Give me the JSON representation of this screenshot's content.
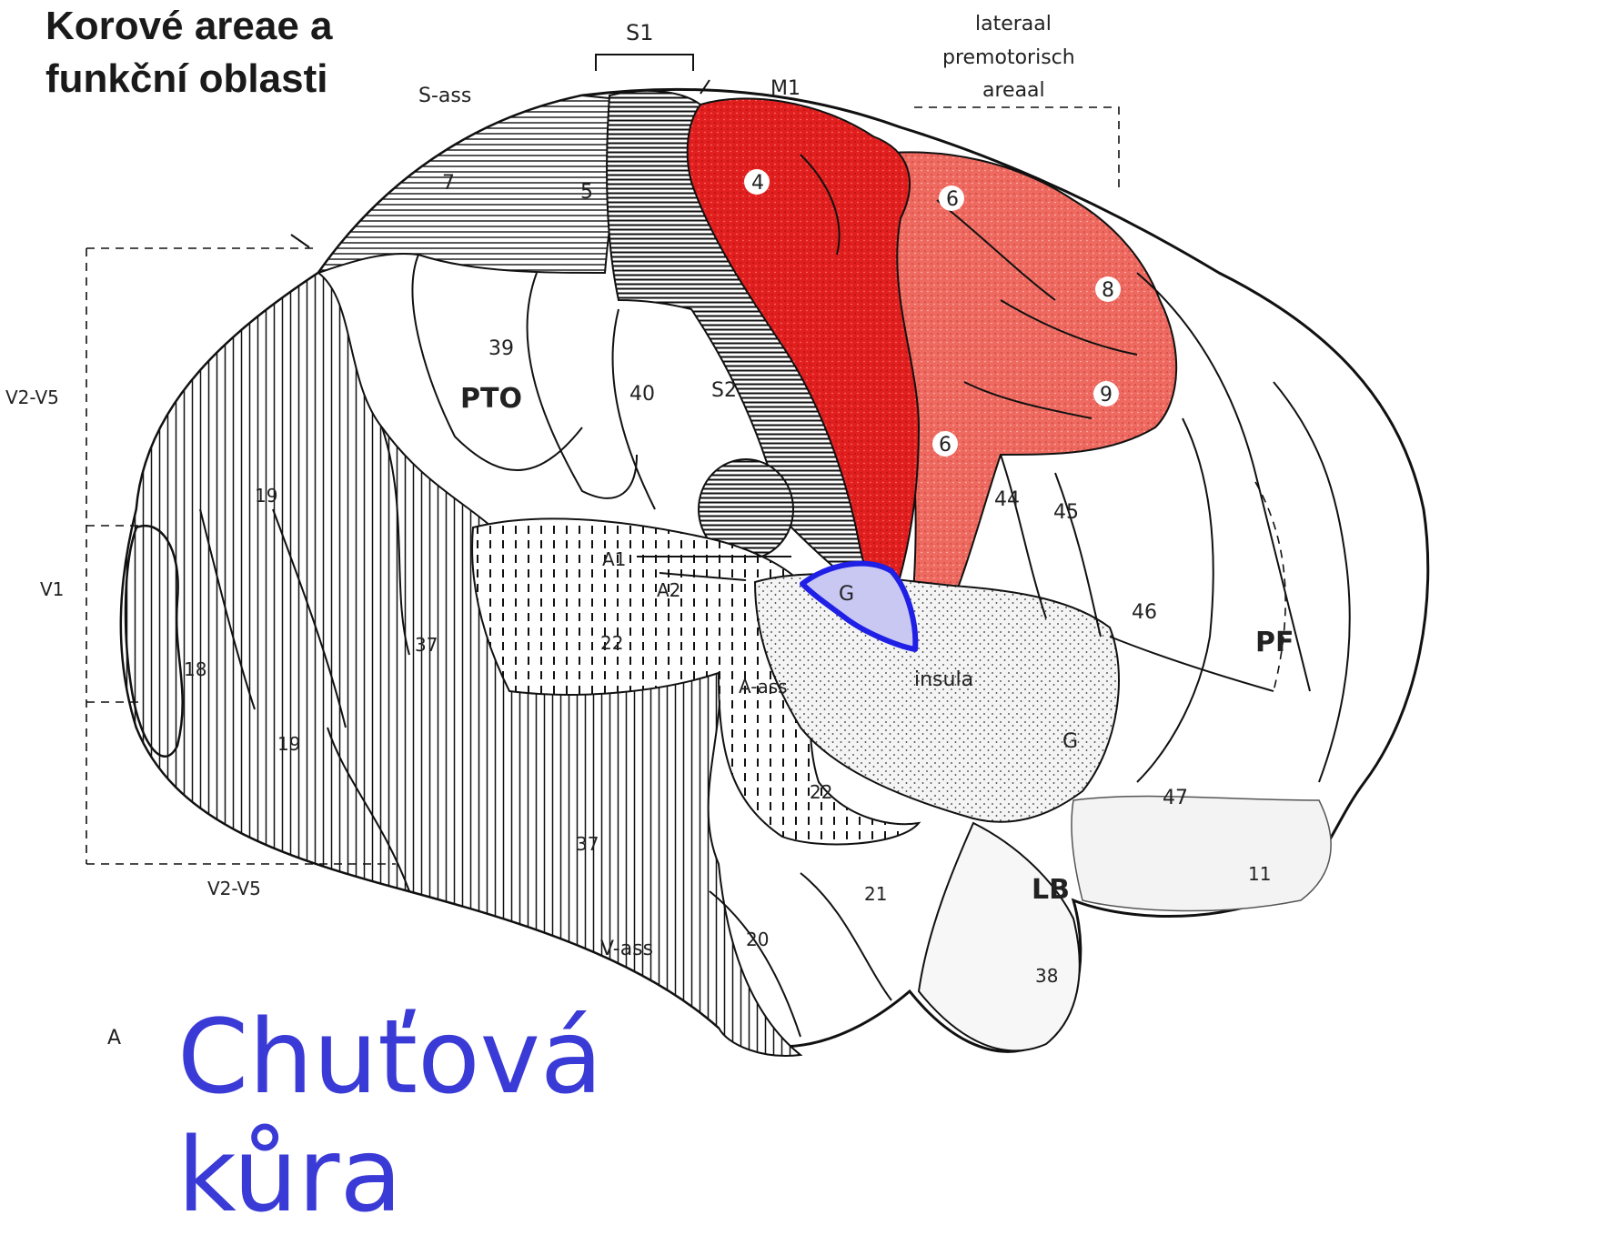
{
  "title": {
    "line1": "Korové areae a",
    "line2": "funkční oblasti"
  },
  "caption": {
    "line1": "Chuťová",
    "line2": "kůra"
  },
  "colors": {
    "m1": "#e21f1f",
    "premotor": "#ee6a60",
    "gustatory": "#c8c8f2",
    "gustatory_outline": "#1f1fe6",
    "caption": "#3a3ad6"
  },
  "labels": {
    "s1": "S1",
    "s_ass": "S-ass",
    "m1": "M1",
    "lateraal": "lateraal",
    "premotorisch": "premotorisch",
    "areaal": "areaal",
    "a4": "4",
    "a6_top": "6",
    "a6_low": "6",
    "a8": "8",
    "a9": "9",
    "a7": "7",
    "a5": "5",
    "a39": "39",
    "pto": "PTO",
    "a40": "40",
    "s2": "S2",
    "v2v5_left": "V2-V5",
    "v1": "V1",
    "a19_top": "19",
    "a18": "18",
    "a19_low": "19",
    "a37_a": "37",
    "a37_b": "37",
    "a1": "A1",
    "a2": "A2",
    "a22_a": "22",
    "a22_b": "22",
    "a_ass": "A-ass",
    "g_gust": "G",
    "insula": "insula",
    "g_lower": "G",
    "a44": "44",
    "a45": "45",
    "a46": "46",
    "pf": "PF",
    "a47": "47",
    "a11": "11",
    "a21": "21",
    "lb": "LB",
    "a20": "20",
    "a38": "38",
    "v_ass": "V-ass",
    "v2v5_bottom": "V2-V5",
    "fig_a": "A"
  }
}
